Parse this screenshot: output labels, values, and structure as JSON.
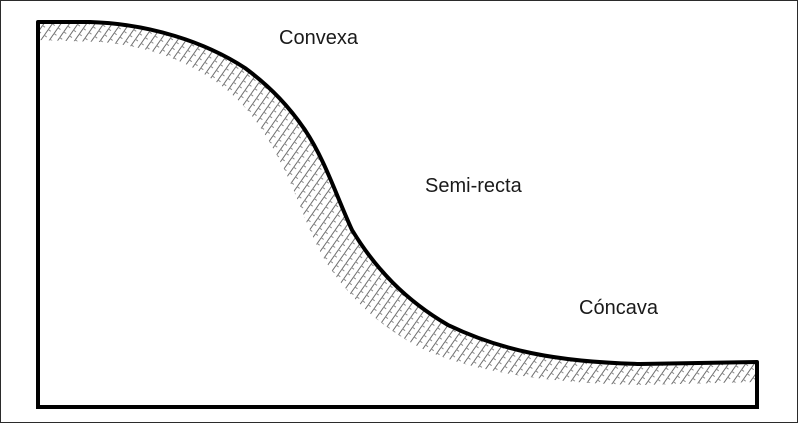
{
  "diagram": {
    "labels": {
      "convex": "Convexa",
      "straight": "Semi-recta",
      "concave": "Cóncava"
    },
    "colors": {
      "ink": "#000000",
      "hatch": "#6e6e6e",
      "background": "#ffffff",
      "frame": "#2b2b2b"
    }
  }
}
